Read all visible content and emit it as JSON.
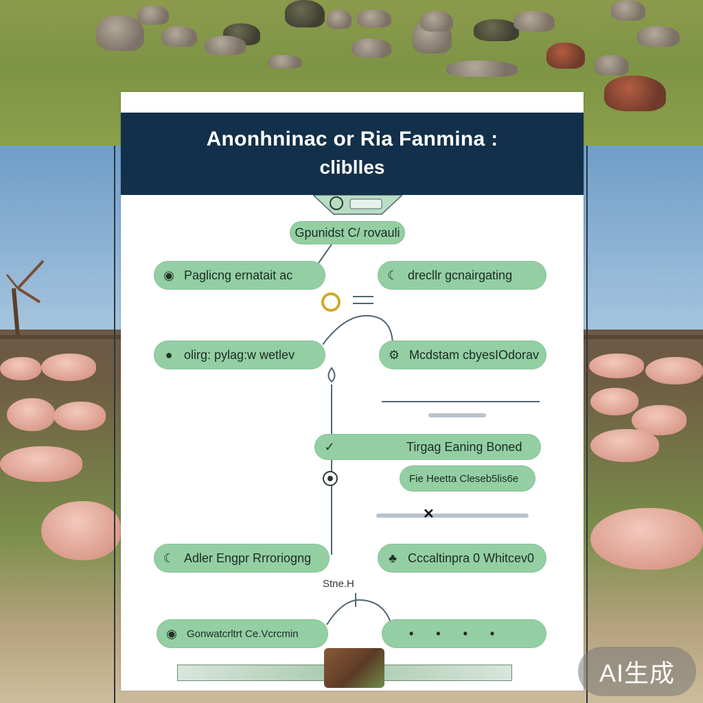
{
  "header": {
    "title_line1": "Anonhninac or Ria Fanmina :",
    "title_line2": "cliblles"
  },
  "flow": {
    "top_node": "Gpunidst C/ rovauli",
    "row1": {
      "left": "Paglicng ernatait ac",
      "right": "drecllr gcnairgating"
    },
    "row2": {
      "left": "olirg:  pylag:w wetlev",
      "right": "Mcdstam cbyesIOdorav"
    },
    "mid_bars": [
      {
        "label": "Tirgag Eaning Boned"
      },
      {
        "label": "Fie Heetta Cleseb5lis6e"
      }
    ],
    "row3": {
      "left": "Adler Engpr Rrroriogng",
      "right": "Cccaltinpra 0  Whitcev0"
    },
    "small_label": "Stne.H",
    "row4": {
      "left": "Gonwatcrltrt Ce.Vcrcmin",
      "right": ""
    },
    "icon_names": [
      "globe-icon",
      "leaf-icon",
      "clock-icon",
      "wrench-icon",
      "check-icon",
      "gauge-icon"
    ]
  },
  "badge": {
    "label": "AI生成"
  },
  "colors": {
    "header_bg": "#13304a",
    "pill_bg": "#93cfa3",
    "card_bg": "#ffffff"
  }
}
